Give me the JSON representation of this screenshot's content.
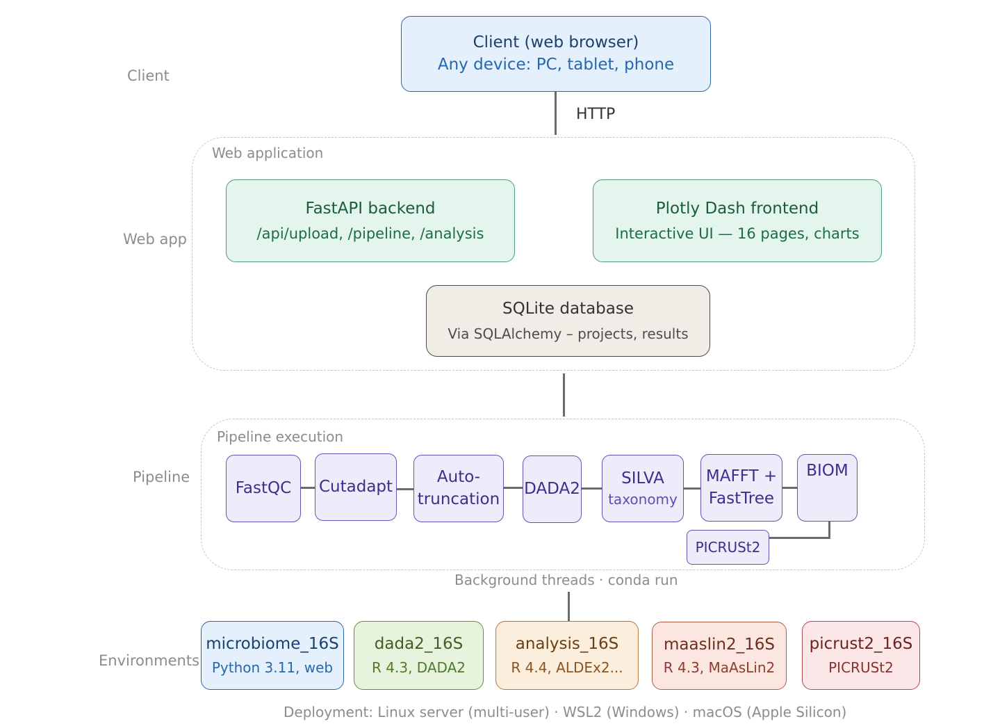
{
  "layers": {
    "client": "Client",
    "webapp": "Web app",
    "pipeline": "Pipeline",
    "environments": "Environments"
  },
  "client_box": {
    "title": "Client (web browser)",
    "subtitle": "Any device: PC, tablet, phone"
  },
  "http_label": "HTTP",
  "web_application": {
    "group_title": "Web application",
    "backend": {
      "title": "FastAPI backend",
      "subtitle": "/api/upload, /pipeline, /analysis"
    },
    "frontend": {
      "title": "Plotly Dash frontend",
      "subtitle": "Interactive UI — 16 pages, charts"
    },
    "database": {
      "title": "SQLite database",
      "subtitle": "Via SQLAlchemy – projects, results"
    }
  },
  "pipeline_execution": {
    "group_title": "Pipeline execution",
    "steps": [
      {
        "title": "FastQC"
      },
      {
        "title": "Cutadapt"
      },
      {
        "title": "Auto-",
        "title2": "truncation"
      },
      {
        "title": "DADA2"
      },
      {
        "title": "SILVA",
        "subtitle": "taxonomy"
      },
      {
        "title": "MAFFT +",
        "title2": "FastTree"
      },
      {
        "title": "BIOM"
      }
    ],
    "picrust": "PICRUSt2"
  },
  "background_note": "Background threads ·  conda run",
  "environments": [
    {
      "name": "microbiome_16S",
      "detail": "Python 3.11, web",
      "color": "#2f63a4"
    },
    {
      "name": "dada2_16S",
      "detail": "R 4.3, DADA2",
      "color": "#5f8f3f"
    },
    {
      "name": "analysis_16S",
      "detail": "R 4.4, ALDEx2...",
      "color": "#b7763a"
    },
    {
      "name": "maaslin2_16S",
      "detail": "R 4.3, MaAsLin2",
      "color": "#b25a46"
    },
    {
      "name": "picrust2_16S",
      "detail": "PICRUSt2",
      "color": "#b04a4a"
    }
  ],
  "deployment_note": "Deployment: Linux server (multi-user) ·  WSL2 (Windows) ·  macOS (Apple Silicon)"
}
